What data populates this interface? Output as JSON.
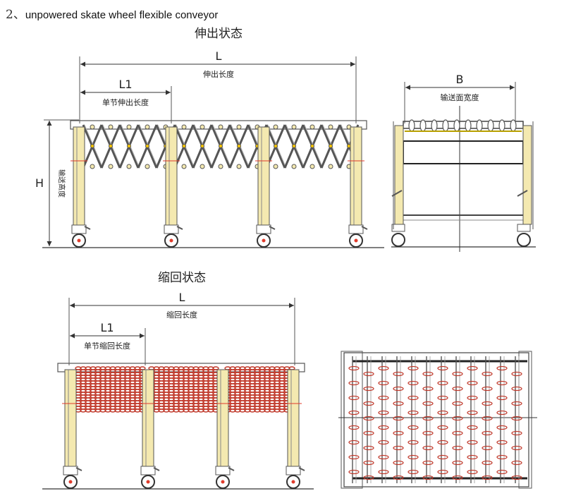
{
  "heading": {
    "number": "2、",
    "text": "unpowered skate wheel flexible conveyor"
  },
  "extended": {
    "state_label": "伸出状态",
    "L": "L",
    "L_caption": "伸出长度",
    "L1": "L1",
    "L1_caption": "单节伸出长度",
    "H": "H",
    "H_caption": "输送高度",
    "B": "B",
    "B_caption": "输送面宽度"
  },
  "retracted": {
    "state_label": "缩回状态",
    "L": "L",
    "L_caption": "缩回长度",
    "L1": "L1",
    "L1_caption": "单节缩回长度"
  },
  "colors": {
    "frame": "#555555",
    "leg": "#f4e9b0",
    "roller": "#c0392b",
    "mark": "#e03c2c",
    "line": "#333333"
  }
}
